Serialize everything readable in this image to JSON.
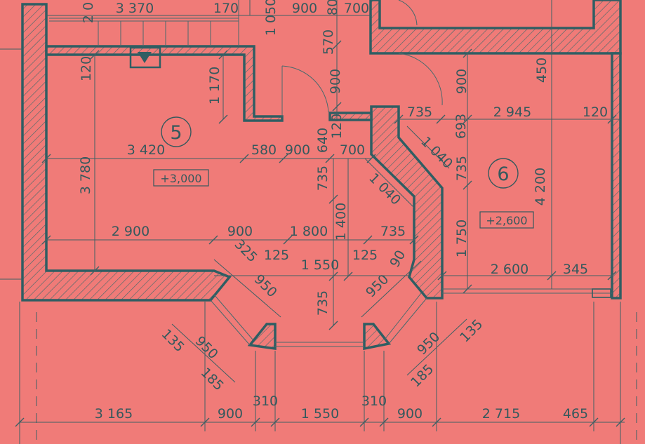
{
  "rooms": [
    {
      "number": "5",
      "level": "+3,000"
    },
    {
      "number": "6",
      "level": "+2,600"
    }
  ],
  "dimensions": {
    "top_left": "2 0",
    "top_a": "3 370",
    "top_b": "170",
    "top_v": "1 050",
    "top_c": "900",
    "top_d": "80",
    "top_e": "700",
    "v_120_left": "120",
    "v_1170": "1 170",
    "v_570": "570",
    "v_900_mid": "900",
    "v_900_right": "900",
    "v_450": "450",
    "r6_735": "735",
    "r6_693": "693",
    "r6_2945": "2 945",
    "r6_120": "120",
    "r5_3420": "3 420",
    "r5_580": "580",
    "r5_900": "900",
    "r5_640": "640",
    "r5_120": "120",
    "r5_700": "700",
    "diag_1040_a": "1 040",
    "v_735_r6": "735",
    "v_3780": "3 780",
    "v_735_mid": "735",
    "diag_1040_b": "1 040",
    "v_4200": "4 200",
    "v_1400": "1 400",
    "v_1750": "1 750",
    "row_2900": "2 900",
    "row_900": "900",
    "row_1800": "1 800",
    "row_735": "735",
    "bay_325": "325",
    "bay_125_l": "125",
    "bay_1550": "1 550",
    "bay_125_r": "125",
    "bay_90": "90",
    "r6_2600": "2 600",
    "r6_345": "345",
    "bay_950_l": "950",
    "bay_950_r": "950",
    "v_735_bay": "735",
    "lb_135": "135",
    "lb_950": "950",
    "lb_185": "185",
    "rb_950": "950",
    "rb_135": "135",
    "rb_185": "185",
    "bottom_3165": "3 165",
    "bottom_900_l": "900",
    "bottom_310_l": "310",
    "bottom_1550": "1 550",
    "bottom_310_r": "310",
    "bottom_900_r": "900",
    "bottom_2715": "2 715",
    "bottom_465": "465"
  }
}
